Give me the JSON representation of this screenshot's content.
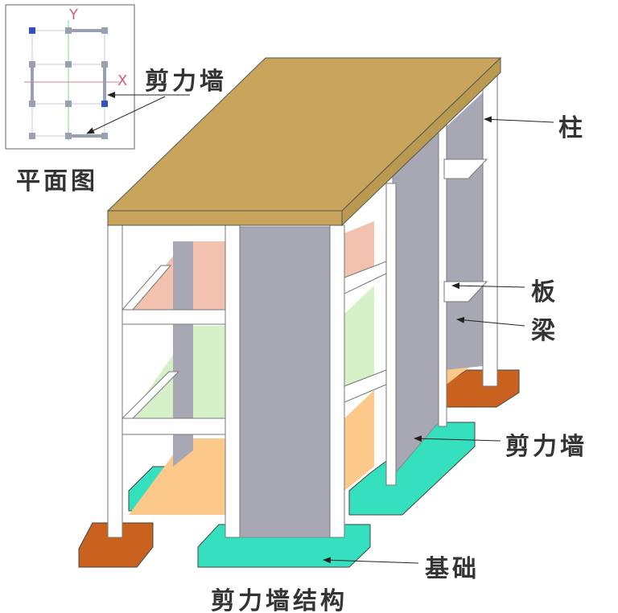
{
  "plan": {
    "title": "平面图",
    "axis_x": "X",
    "axis_y": "Y",
    "label": "剪力墙"
  },
  "labels": {
    "column": "柱",
    "slab": "板",
    "beam": "梁",
    "shear_wall": "剪力墙",
    "foundation": "基础"
  },
  "caption": "剪力墙结构",
  "colors": {
    "roof": "#c8a55a",
    "wall": "#a7a8b3",
    "slab_pink": "#f2c2ae",
    "slab_green": "#d6f0c8",
    "slab_orange": "#fdc98a",
    "footing_cyan": "#35e0bf",
    "footing_brown": "#c8621e"
  }
}
